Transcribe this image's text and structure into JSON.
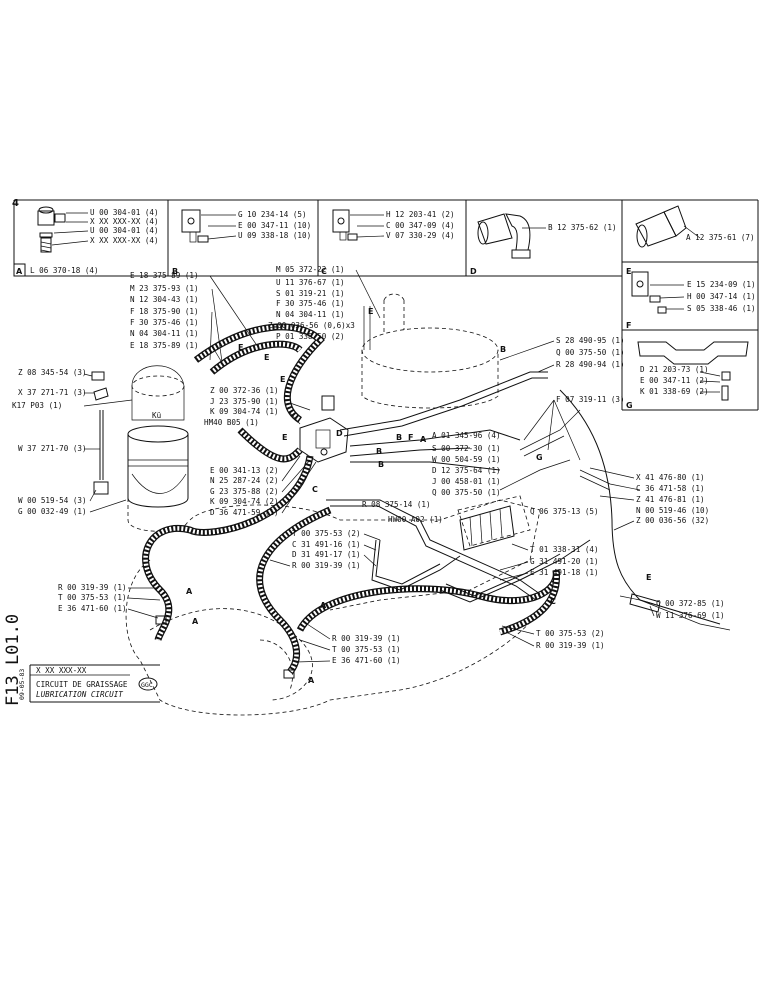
{
  "page_number": "4",
  "panels": {
    "A": {
      "letter": "A",
      "items": [
        "U 00 304-01 (4)",
        "X XX XXX-XX (4)",
        "U 00 304-01 (4)",
        "X XX XXX-XX (4)"
      ],
      "footer": "L 06 370-18 (4)"
    },
    "B": {
      "letter": "B",
      "items": [
        "G 10 234-14 (5)",
        "E 00 347-11 (10)",
        "U 09 338-18 (10)"
      ]
    },
    "C": {
      "letter": "C",
      "items": [
        "H 12 203-41 (2)",
        "C 00 347-09 (4)",
        "V 07 330-29 (4)"
      ]
    },
    "D": {
      "letter": "D",
      "items": [
        "B 12 375-62 (1)"
      ]
    },
    "E": {
      "letter": "E",
      "items": [
        "A 12 375-61 (7)"
      ]
    },
    "F": {
      "letter": "F",
      "items": [
        "E 15 234-09 (1)",
        "H 00 347-14 (1)",
        "S 05 338-46 (1)"
      ]
    },
    "G": {
      "letter": "G",
      "items": [
        "D 21 203-73 (1)",
        "E 00 347-11 (2)",
        "K 01 338-69 (2)"
      ]
    }
  },
  "callouts": {
    "top_left": [
      "E 18 375-89 (1)",
      "M 23 375-93 (1)",
      "N 12 304-43 (1)",
      "F 18 375-90 (1)",
      "F 30 375-46 (1)",
      "N 04 304-11 (1)",
      "E 18 375-89 (1)"
    ],
    "top_center": [
      "M 05 372-22 (1)",
      "U 11 376-67 (1)",
      "S 01 319-21 (1)",
      "F 30 375-46 (1)",
      "N 04 304-11 (1)",
      "Z 00 036-56 (0,6)x3",
      "P 01 338-50 (2)"
    ],
    "top_right": [
      "S 28 490-95 (1)",
      "Q 00 375-50 (1)",
      "R 28 490-94 (1)"
    ],
    "left": [
      "Z 08 345-54 (3)",
      "X 37 271-71 (3)",
      "K17 P03 (1)",
      "W 37 271-70 (3)",
      "W 00 519-54 (3)",
      "G 00 032-49 (1)"
    ],
    "mid_left": [
      "Z 00 372-36 (1)",
      "J 23 375-90 (1)",
      "K 09 304-74 (1)",
      "HM40 B05 (1)"
    ],
    "mid_lower": [
      "E 00 341-13 (2)",
      "N 25 287-24 (2)",
      "G 23 375-88 (2)",
      "K 09 304-74 (2)",
      "D 36 471-59 (1)"
    ],
    "center": [
      "A 01 345-96 (4)",
      "S 00 372-30 (1)",
      "W 00 504-59 (1)",
      "D 12 375-64 (1)",
      "J 00 458-01 (1)",
      "Q 00 375-50 (1)"
    ],
    "f_label": "F 07 319-11 (3)",
    "right": [
      "X 41 476-80 (1)",
      "C 36 471-58 (1)",
      "Z 41 476-81 (1)",
      "N 00 519-46 (10)",
      "Z 00 036-56 (32)"
    ],
    "r08": "R 08 375-14 (1)",
    "hw": "HW00 A02 (1)",
    "q06": [
      "Q 06 375-13 (5)",
      "T 01 338-31 (4)",
      "G 31 491-20 (1)",
      "E 31 491-18 (1)"
    ],
    "lower_center": [
      "T 00 375-53 (2)",
      "C 31 491-16 (1)",
      "D 31 491-17 (1)",
      "R 00 319-39 (1)"
    ],
    "lower_left": [
      "R 00 319-39 (1)",
      "T 00 375-53 (1)",
      "E 36 471-60 (1)"
    ],
    "bottom_center": [
      "R 00 319-39 (1)",
      "T 00 375-53 (1)",
      "E 36 471-60 (1)"
    ],
    "bottom_right": [
      "T 00 375-53 (2)",
      "R 00 319-39 (1)"
    ],
    "far_right": [
      "C 00 372-85 (1)",
      "W 11 376-69 (1)"
    ],
    "drum_label": "Kü"
  },
  "markers": [
    "A",
    "B",
    "C",
    "D",
    "E",
    "F",
    "G"
  ],
  "title_block": {
    "sheet_code": "F13 L01.0",
    "date": "09-05-83",
    "ref": "X XX XXX-XX",
    "title_fr": "CIRCUIT DE GRAISSAGE",
    "title_en": "LUBRICATION CIRCUIT",
    "logo": "GGC"
  }
}
